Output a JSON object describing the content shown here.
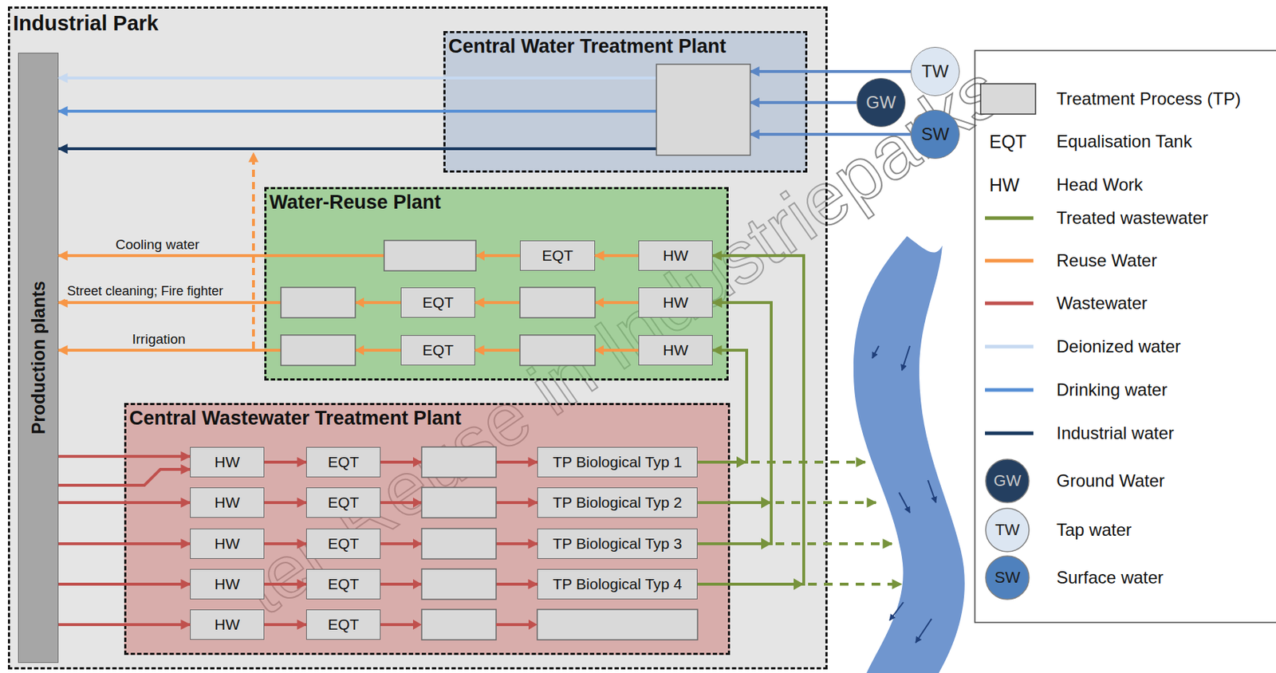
{
  "diagram": {
    "nodes": [
      {
        "text": [
          "Industrial Park"
        ]
      },
      {
        "text": [
          "Production plants"
        ],
        "in": 0
      },
      {
        "text": [
          "Central Water Treatment Plant"
        ],
        "in": 0
      },
      {
        "text": [
          "Water-Reuse Plant"
        ],
        "in": 0
      },
      {
        "text": [
          "HW"
        ],
        "in": 3
      },
      {
        "text": [
          "EQT"
        ],
        "in": 3
      },
      {
        "text": [
          "HW"
        ],
        "in": 3
      },
      {
        "text": [
          "EQT"
        ],
        "in": 3
      },
      {
        "text": [
          "HW"
        ],
        "in": 3
      },
      {
        "text": [
          "EQT"
        ],
        "in": 3
      },
      {
        "text": [
          "Central Wastewater Treatment Plant"
        ],
        "in": 0
      },
      {
        "text": [
          "HW"
        ],
        "in": 10
      },
      {
        "text": [
          "EQT"
        ],
        "in": 10
      },
      {
        "text": [
          "TP Biological Typ 1"
        ],
        "in": 10
      },
      {
        "text": [
          "HW"
        ],
        "in": 10
      },
      {
        "text": [
          "EQT"
        ],
        "in": 10
      },
      {
        "text": [
          "TP Biological Typ 2"
        ],
        "in": 10
      },
      {
        "text": [
          "HW"
        ],
        "in": 10
      },
      {
        "text": [
          "EQT"
        ],
        "in": 10
      },
      {
        "text": [
          "TP Biological Typ 3"
        ],
        "in": 10
      },
      {
        "text": [
          "HW"
        ],
        "in": 10
      },
      {
        "text": [
          "EQT"
        ],
        "in": 10
      },
      {
        "text": [
          "TP Biological Typ 4"
        ],
        "in": 10
      },
      {
        "text": [
          "HW"
        ],
        "in": 10
      },
      {
        "text": [
          "EQT"
        ],
        "in": 10
      },
      {
        "text": [
          "TW"
        ]
      },
      {
        "text": [
          "GW"
        ]
      },
      {
        "text": [
          "SW"
        ]
      }
    ],
    "edges": [
      {
        "from": 25,
        "to": 2,
        "arrow": "to"
      },
      {
        "from": 26,
        "to": 2,
        "arrow": "to"
      },
      {
        "from": 27,
        "to": 2,
        "arrow": "to"
      },
      {
        "from": 2,
        "to": 1,
        "arrow": "to"
      },
      {
        "from": 2,
        "to": 1,
        "arrow": "to"
      },
      {
        "from": 2,
        "to": 1,
        "arrow": "to"
      },
      {
        "from": 4,
        "to": 5,
        "arrow": "to"
      },
      {
        "from": 5,
        "to": 1,
        "arrow": "to",
        "label": "Cooling water"
      },
      {
        "from": 6,
        "to": 7,
        "arrow": "to"
      },
      {
        "from": 7,
        "to": 1,
        "arrow": "to",
        "label": "Street cleaning; Fire fighter"
      },
      {
        "from": 8,
        "to": 9,
        "arrow": "to"
      },
      {
        "from": 9,
        "to": 1,
        "arrow": "to",
        "label": "Irrigation"
      },
      {
        "from": 1,
        "to": 11,
        "arrow": "to"
      },
      {
        "from": 1,
        "to": 11,
        "arrow": "to"
      },
      {
        "from": 1,
        "to": 14,
        "arrow": "to"
      },
      {
        "from": 1,
        "to": 17,
        "arrow": "to"
      },
      {
        "from": 1,
        "to": 20,
        "arrow": "to"
      },
      {
        "from": 1,
        "to": 23,
        "arrow": "to"
      },
      {
        "from": 11,
        "to": 12,
        "arrow": "to"
      },
      {
        "from": 12,
        "to": 13,
        "arrow": "to"
      },
      {
        "from": 14,
        "to": 15,
        "arrow": "to"
      },
      {
        "from": 15,
        "to": 16,
        "arrow": "to"
      },
      {
        "from": 17,
        "to": 18,
        "arrow": "to"
      },
      {
        "from": 18,
        "to": 19,
        "arrow": "to"
      },
      {
        "from": 20,
        "to": 21,
        "arrow": "to"
      },
      {
        "from": 21,
        "to": 22,
        "arrow": "to"
      },
      {
        "from": 23,
        "to": 24,
        "arrow": "to"
      },
      {
        "from": 13,
        "to": 8,
        "arrow": "to"
      },
      {
        "from": 16,
        "to": 6,
        "arrow": "to"
      },
      {
        "from": 19,
        "to": 6,
        "arrow": "to"
      },
      {
        "from": 22,
        "to": 4,
        "arrow": "to"
      }
    ],
    "labels": [
      "EQT",
      "HW",
      "GW",
      "TW",
      "SW",
      "ter-Reuse in Industrieparks"
    ],
    "legend": [
      {
        "text": "Treatment Process (TP)",
        "color": "#d9d9d9"
      },
      {
        "text": "Equalisation Tank"
      },
      {
        "text": "Head Work"
      },
      {
        "text": "Treated wastewater",
        "color": "#77933c"
      },
      {
        "text": "Reuse Water",
        "color": "#f79646"
      },
      {
        "text": "Wastewater",
        "color": "#c0504d"
      },
      {
        "text": "Deionized water",
        "color": "#c6d9f1"
      },
      {
        "text": "Drinking water",
        "color": "#558ed5"
      },
      {
        "text": "Industrial water",
        "color": "#17375e"
      },
      {
        "text": "Ground Water",
        "color": "#243f60"
      },
      {
        "text": "Tap water",
        "color": "#dce6f2"
      },
      {
        "text": "Surface water",
        "color": "#4f81bd"
      }
    ]
  }
}
